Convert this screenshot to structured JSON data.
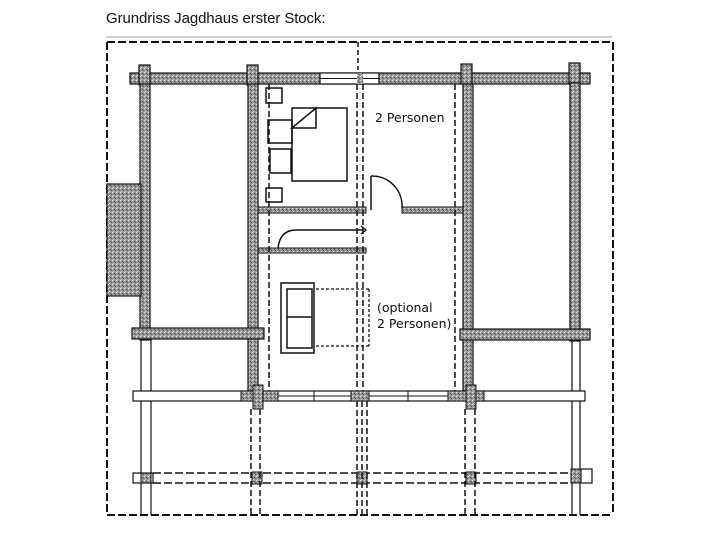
{
  "title": "Grundriss Jagdhaus erster Stock:",
  "plan": {
    "room_labels": [
      {
        "id": "bedroom",
        "text": "2 Personen"
      },
      {
        "id": "optional_line1",
        "text": "(optional"
      },
      {
        "id": "optional_line2",
        "text": "2 Personen)"
      }
    ],
    "wall_color": "#8a8a8a",
    "line_color": "#111111"
  }
}
